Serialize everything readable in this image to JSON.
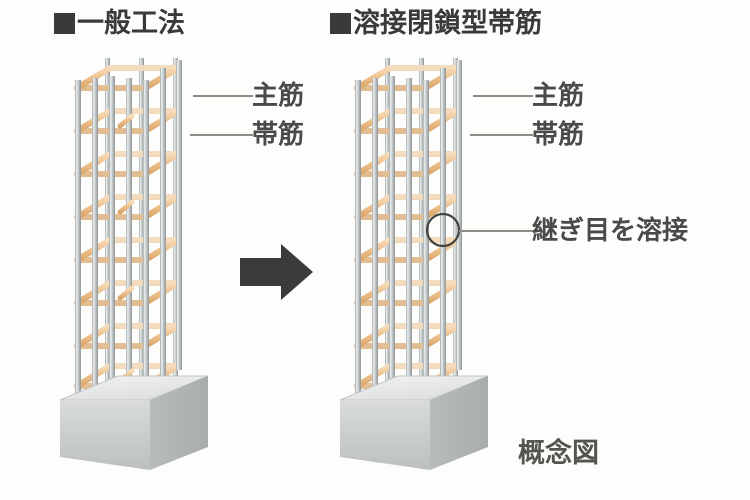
{
  "document": {
    "kind": "architectural-concept-illustration",
    "background_color": "#fdfdfc",
    "caption": "概念図"
  },
  "panels": [
    {
      "id": "left",
      "title_marker": "■",
      "title": "一般工法",
      "labels": [
        {
          "name": "main-bar",
          "text": "主筋"
        },
        {
          "name": "hoop",
          "text": "帯筋"
        }
      ]
    },
    {
      "id": "right",
      "title_marker": "■",
      "title": "溶接閉鎖型帯筋",
      "labels": [
        {
          "name": "main-bar",
          "text": "主筋"
        },
        {
          "name": "hoop",
          "text": "帯筋"
        },
        {
          "name": "weld-joint",
          "text": "継ぎ目を溶接"
        }
      ]
    }
  ],
  "arrow": {
    "name": "transition-arrow",
    "direction": "right",
    "color": "#3b3b39"
  },
  "colors": {
    "rebar_vertical": "#b6bbbd",
    "rebar_vertical_light": "#e3e6e7",
    "hoop": "#e8bb86",
    "hoop_light": "#f6dcb8",
    "concrete_top": "#e9ebea",
    "concrete_front": "#c9cdcc",
    "concrete_side": "#b2b6b5",
    "text": "#3a3a38",
    "leader": "#8d8d88",
    "highlight_circle": "#44443f"
  },
  "geometry": {
    "hoop_levels": 8,
    "vertical_bars": 7,
    "note": "isometric rebar cage on concrete footing"
  }
}
